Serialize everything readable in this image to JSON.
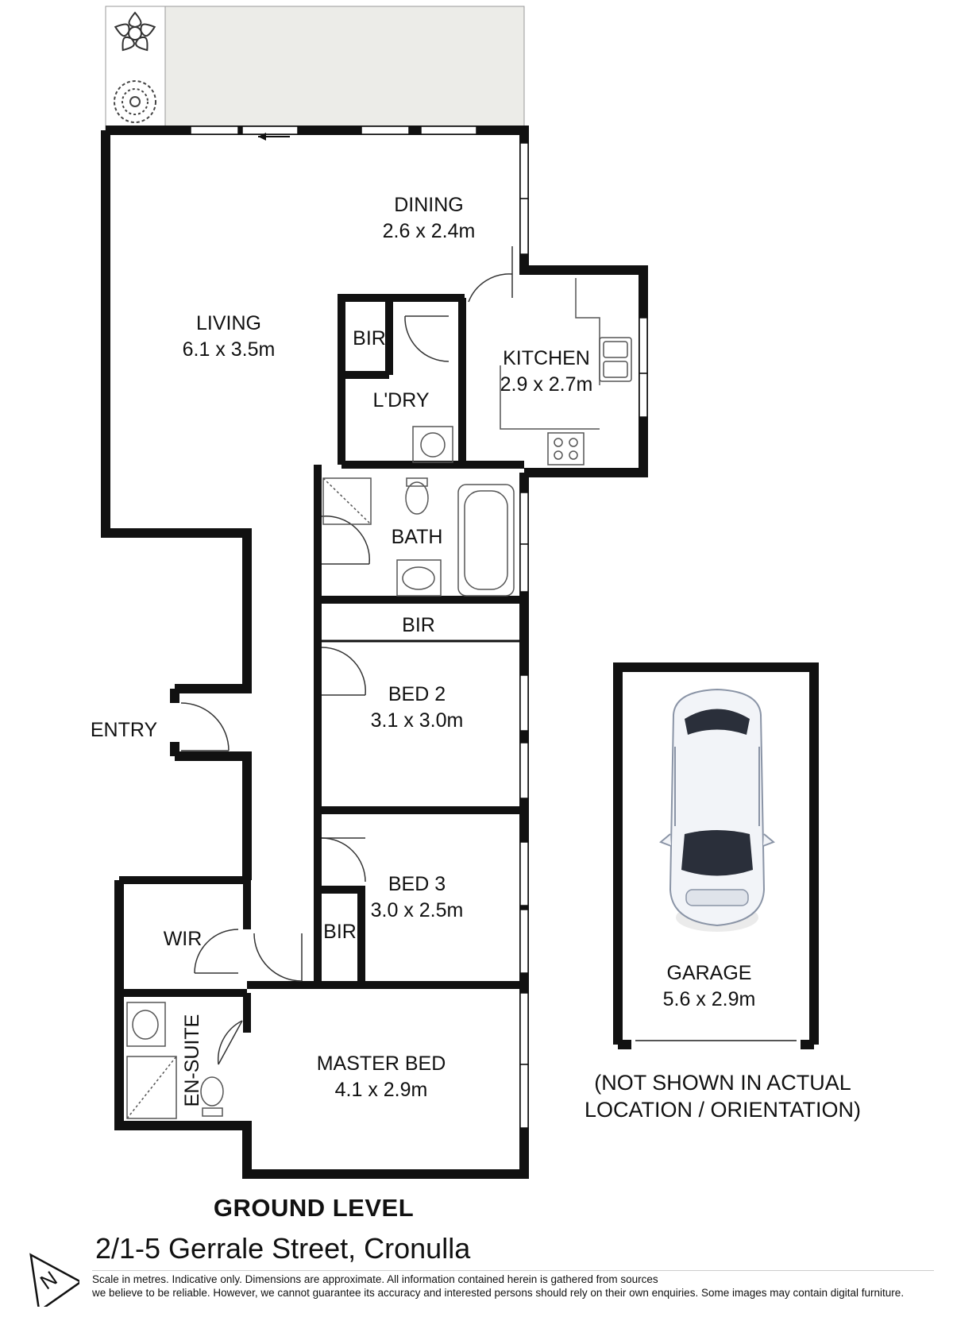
{
  "plan": {
    "level_title": "GROUND LEVEL",
    "address": "2/1-5 Gerrale Street, Cronulla",
    "disclaimer_line1": "Scale in metres. Indicative only. Dimensions are approximate. All information contained herein is gathered from sources",
    "disclaimer_line2": "we believe to be reliable. However, we cannot guarantee its accuracy and interested persons should rely on their own enquiries. Some images may contain digital furniture.",
    "garage_note_line1": "(NOT SHOWN IN ACTUAL",
    "garage_note_line2": "LOCATION / ORIENTATION)",
    "compass_label": "N"
  },
  "rooms": {
    "dining": {
      "name": "DINING",
      "dim": "2.6 x 2.4m"
    },
    "living": {
      "name": "LIVING",
      "dim": "6.1 x 3.5m"
    },
    "kitchen": {
      "name": "KITCHEN",
      "dim": "2.9 x 2.7m"
    },
    "bir_laundry": {
      "name": "BIR"
    },
    "laundry": {
      "name": "L'DRY"
    },
    "bath": {
      "name": "BATH"
    },
    "bir_bed2": {
      "name": "BIR"
    },
    "bed2": {
      "name": "BED 2",
      "dim": "3.1 x 3.0m"
    },
    "entry": {
      "name": "ENTRY"
    },
    "bed3": {
      "name": "BED 3",
      "dim": "3.0 x 2.5m"
    },
    "bir_bed3": {
      "name": "BIR"
    },
    "wir": {
      "name": "WIR"
    },
    "ensuite": {
      "name": "EN-SUITE"
    },
    "master": {
      "name": "MASTER BED",
      "dim": "4.1 x 2.9m"
    },
    "garage": {
      "name": "GARAGE",
      "dim": "5.6 x 2.9m"
    }
  },
  "colors": {
    "wall": "#111111",
    "courtyard": "#ecece8",
    "window": "#ffffff",
    "fixture_stroke": "#555555",
    "car_body": "#f2f4f8"
  }
}
